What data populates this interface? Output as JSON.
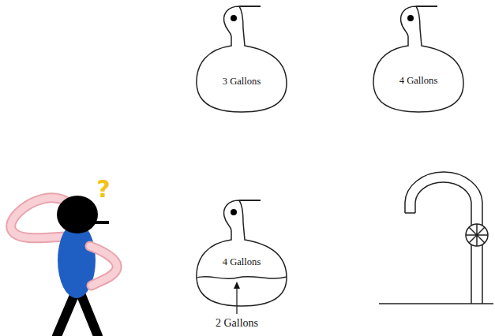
{
  "diagram": {
    "nodes": [
      {
        "text": [
          "3 Gallons"
        ]
      },
      {
        "text": [
          "4 Gallons"
        ]
      },
      {
        "text": [
          "4 Gallons"
        ]
      }
    ],
    "labels": [
      "?",
      "2 Gallons"
    ]
  }
}
